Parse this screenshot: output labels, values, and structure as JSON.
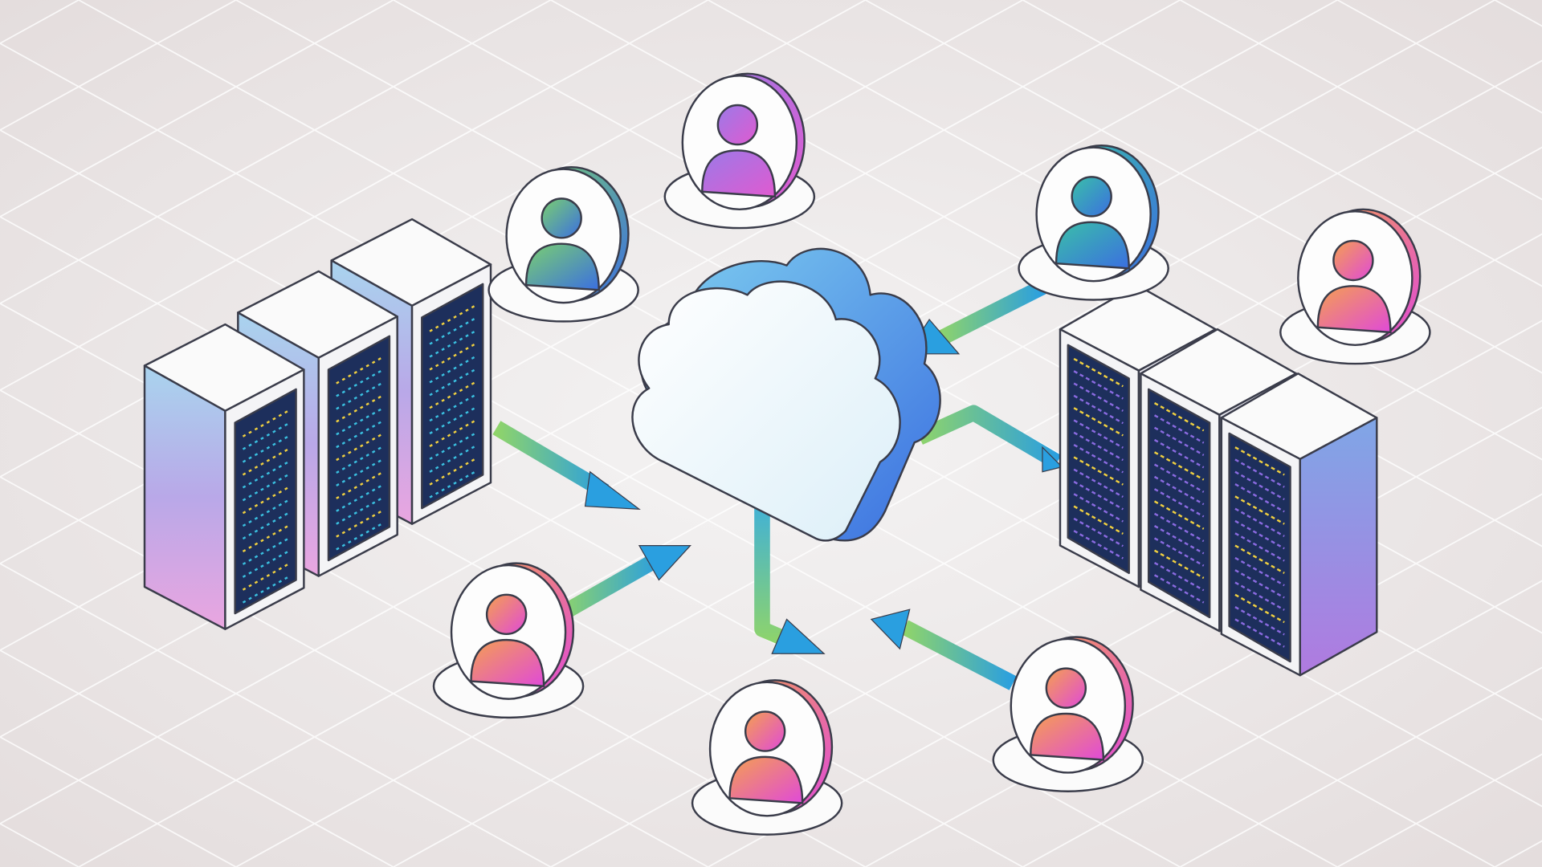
{
  "scene": {
    "type": "isometric cloud network illustration",
    "icons": [
      "cloud-icon",
      "server-rack-icon",
      "user-avatar-icon",
      "arrow-icon"
    ],
    "colors": {
      "background": "#ece8e8",
      "grid_line": "#ffffff",
      "outline": "#3a3c4a",
      "cloud_blue": "#3b8fe0",
      "cloud_light": "#7fd0f0",
      "arrow_green": "#8fd46a",
      "arrow_blue": "#2a9fe0",
      "rack_panel": "#1d2f5c",
      "avatar_orange": "#f59a5a",
      "avatar_pink": "#e05ad0",
      "avatar_purple": "#9b6ae0",
      "avatar_green": "#7ad070",
      "avatar_teal": "#3ab8c0"
    },
    "user_avatars": [
      {
        "palette": "purple-pink"
      },
      {
        "palette": "green-blue"
      },
      {
        "palette": "teal-blue"
      },
      {
        "palette": "orange-pink"
      },
      {
        "palette": "orange-pink"
      },
      {
        "palette": "orange-pink"
      },
      {
        "palette": "orange-pink"
      }
    ],
    "server_groups": [
      {
        "side": "left",
        "racks": 3
      },
      {
        "side": "right",
        "racks": 3
      }
    ]
  }
}
